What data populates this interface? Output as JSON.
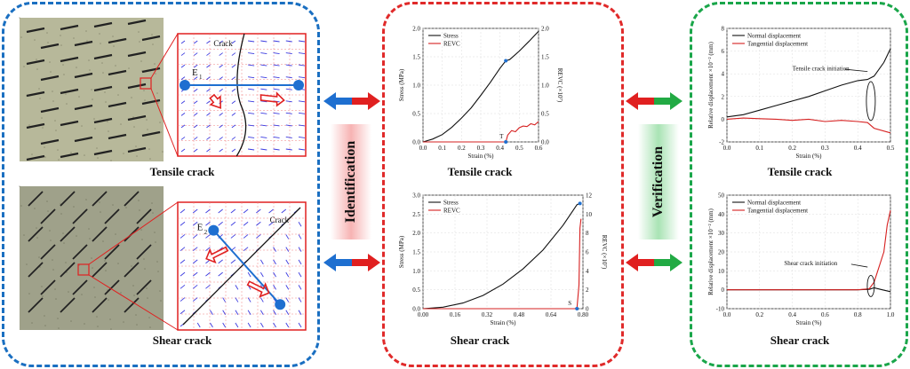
{
  "colors": {
    "blue_box": "#1a6fc1",
    "red_box": "#e02a2a",
    "green_box": "#1aa64a",
    "red": "#e02020",
    "blue": "#1e6fd0",
    "green": "#22aa44"
  },
  "left": {
    "tensile_title": "Tensile crack",
    "shear_title": "Shear crack",
    "tensile_zoom": {
      "crack_label": "Crack",
      "element_label": "E",
      "element_sub": "1"
    },
    "shear_zoom": {
      "crack_label": "Crack",
      "element_label": "E",
      "element_sub": "2"
    }
  },
  "identification_label": "Identification",
  "verification_label": "Verification",
  "chart_data": [
    {
      "type": "line",
      "title": "Tensile crack",
      "xlabel": "Strain (%)",
      "ylabel": "Stress (MPa)",
      "y2label": "REVC (×10⁷)",
      "xlim": [
        0,
        0.6
      ],
      "ylim": [
        0,
        2.0
      ],
      "y2lim": [
        0,
        2.0
      ],
      "xticks": [
        "0.0",
        "0.1",
        "0.2",
        "0.3",
        "0.4",
        "0.5",
        "0.6"
      ],
      "yticks": [
        "0.0",
        "0.5",
        "1.0",
        "1.5",
        "2.0"
      ],
      "y2ticks": [
        "0.0",
        "0.5",
        "1.0",
        "1.5",
        "2.0"
      ],
      "legend": [
        "Stress",
        "REVC"
      ],
      "annotation": "T",
      "series": [
        {
          "name": "Stress",
          "x": [
            0,
            0.05,
            0.1,
            0.15,
            0.2,
            0.25,
            0.3,
            0.35,
            0.4,
            0.43,
            0.45,
            0.5,
            0.55,
            0.6
          ],
          "y": [
            0,
            0.05,
            0.13,
            0.26,
            0.42,
            0.6,
            0.82,
            1.05,
            1.3,
            1.43,
            1.45,
            1.6,
            1.77,
            1.95
          ]
        },
        {
          "name": "REVC",
          "x": [
            0,
            0.43,
            0.44,
            0.46,
            0.48,
            0.5,
            0.52,
            0.54,
            0.56,
            0.58,
            0.6
          ],
          "y": [
            0,
            0,
            0.12,
            0.2,
            0.18,
            0.25,
            0.28,
            0.27,
            0.32,
            0.3,
            0.36
          ]
        }
      ]
    },
    {
      "type": "line",
      "title": "Shear crack",
      "xlabel": "Strain (%)",
      "ylabel": "Stress (MPa)",
      "y2label": "REVC (×10⁷)",
      "xlim": [
        0,
        0.8
      ],
      "ylim": [
        0,
        3.0
      ],
      "y2lim": [
        0,
        12
      ],
      "xticks": [
        "0.00",
        "0.16",
        "0.32",
        "0.48",
        "0.64",
        "0.80"
      ],
      "yticks": [
        "0.0",
        "0.5",
        "1.0",
        "1.5",
        "2.0",
        "2.5",
        "3.0"
      ],
      "y2ticks": [
        "0",
        "2",
        "4",
        "6",
        "8",
        "10",
        "12"
      ],
      "legend": [
        "Stress",
        "REVC"
      ],
      "annotation": "S",
      "series": [
        {
          "name": "Stress",
          "x": [
            0,
            0.1,
            0.2,
            0.3,
            0.4,
            0.5,
            0.6,
            0.7,
            0.77,
            0.785
          ],
          "y": [
            0,
            0.04,
            0.15,
            0.35,
            0.65,
            1.05,
            1.55,
            2.2,
            2.75,
            2.78
          ]
        },
        {
          "name": "REVC",
          "x": [
            0,
            0.76,
            0.77,
            0.78,
            0.785,
            0.79
          ],
          "y": [
            0,
            0,
            0.1,
            2.5,
            8.5,
            9.5
          ]
        }
      ]
    },
    {
      "type": "line",
      "title": "Tensile crack",
      "xlabel": "Strain (%)",
      "ylabel": "Relative displacement ×10⁻² (mm)",
      "xlim": [
        0,
        0.5
      ],
      "ylim": [
        -2,
        8
      ],
      "xticks": [
        "0.0",
        "0.1",
        "0.2",
        "0.3",
        "0.4",
        "0.5"
      ],
      "yticks": [
        "-2",
        "0",
        "2",
        "4",
        "6",
        "8"
      ],
      "legend": [
        "Normal displacement",
        "Tangential displacement"
      ],
      "annotation": "Tensile crack initiation",
      "series": [
        {
          "name": "Normal displacement",
          "x": [
            0,
            0.05,
            0.1,
            0.15,
            0.2,
            0.25,
            0.3,
            0.35,
            0.4,
            0.43,
            0.45,
            0.48,
            0.5
          ],
          "y": [
            0.2,
            0.4,
            0.8,
            1.2,
            1.6,
            2.0,
            2.5,
            3.0,
            3.4,
            3.5,
            3.8,
            5.0,
            6.2
          ]
        },
        {
          "name": "Tangential displacement",
          "x": [
            0,
            0.05,
            0.1,
            0.15,
            0.2,
            0.25,
            0.3,
            0.35,
            0.4,
            0.43,
            0.45,
            0.5
          ],
          "y": [
            0,
            0.1,
            0.05,
            0,
            -0.1,
            0,
            -0.2,
            -0.1,
            -0.2,
            -0.3,
            -0.8,
            -1.2
          ]
        }
      ]
    },
    {
      "type": "line",
      "title": "Shear crack",
      "xlabel": "Strain (%)",
      "ylabel": "Relative displacement ×10⁻² (mm)",
      "xlim": [
        0,
        1.0
      ],
      "ylim": [
        -10,
        50
      ],
      "xticks": [
        "0.0",
        "0.2",
        "0.4",
        "0.6",
        "0.8",
        "1.0"
      ],
      "yticks": [
        "-10",
        "0",
        "10",
        "20",
        "30",
        "40",
        "50"
      ],
      "legend": [
        "Normal displacement",
        "Tangential displacement"
      ],
      "annotation": "Shear crack initiation",
      "series": [
        {
          "name": "Normal displacement",
          "x": [
            0,
            0.2,
            0.4,
            0.6,
            0.8,
            0.87,
            0.9,
            0.95,
            1.0
          ],
          "y": [
            0,
            0,
            0,
            0,
            0,
            0.2,
            1,
            0,
            -1
          ]
        },
        {
          "name": "Tangential displacement",
          "x": [
            0,
            0.2,
            0.4,
            0.6,
            0.8,
            0.87,
            0.9,
            0.93,
            0.96,
            0.98,
            1.0
          ],
          "y": [
            0,
            0,
            0,
            0,
            0,
            0.5,
            4,
            12,
            20,
            34,
            42
          ]
        }
      ]
    }
  ]
}
